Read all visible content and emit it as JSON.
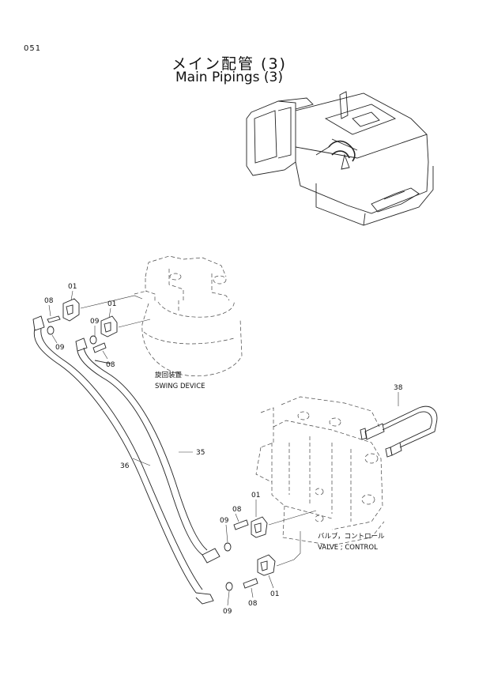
{
  "page": {
    "number": "051"
  },
  "title": {
    "japanese": "メイン配管 (3)",
    "english": "Main Pipings (3)"
  },
  "callouts": {
    "swing_device": {
      "jp": "旋回装置",
      "en": "SWING DEVICE"
    },
    "valve_control": {
      "jp": "バルブ，コントロール",
      "en": "VALVE ; CONTROL"
    }
  },
  "part_labels": {
    "p01_a": "01",
    "p01_b": "01",
    "p01_c": "01",
    "p01_d": "01",
    "p08_a": "08",
    "p08_b": "08",
    "p08_c": "08",
    "p08_d": "08",
    "p09_a": "09",
    "p09_b": "09",
    "p09_c": "09",
    "p09_d": "09",
    "p35": "35",
    "p36": "36",
    "p38": "38"
  }
}
